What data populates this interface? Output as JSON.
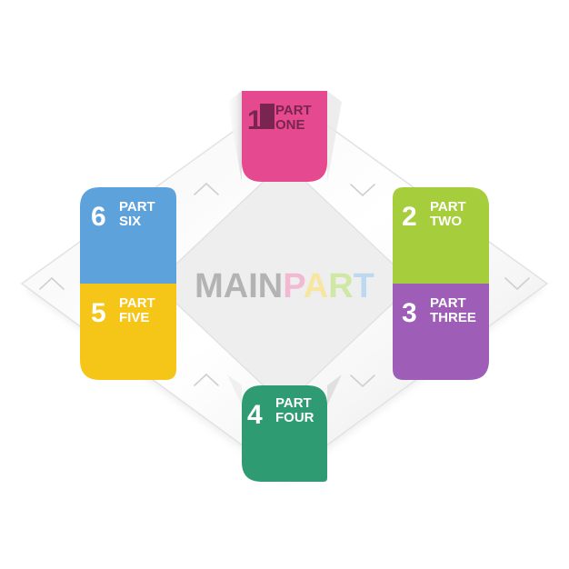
{
  "center": {
    "main_word": "MAIN",
    "part_letters": [
      "P",
      "A",
      "R",
      "T"
    ],
    "main_color": "#b3b3b3",
    "part_letter_colors": [
      "#f3b8d2",
      "#f7e6a0",
      "#cfe8a3",
      "#bcd9ef"
    ]
  },
  "tabs": [
    {
      "number": "1",
      "word1": "PART",
      "word2": "ONE",
      "color": "#e5498f",
      "text_color": "#7a2450"
    },
    {
      "number": "2",
      "word1": "PART",
      "word2": "TWO",
      "color": "#a6ce3c",
      "text_color": "#ffffff"
    },
    {
      "number": "3",
      "word1": "PART",
      "word2": "THREE",
      "color": "#9e5eb8",
      "text_color": "#ffffff"
    },
    {
      "number": "4",
      "word1": "PART",
      "word2": "FOUR",
      "color": "#2e9b72",
      "text_color": "#ffffff"
    },
    {
      "number": "5",
      "word1": "PART",
      "word2": "FIVE",
      "color": "#f5c518",
      "text_color": "#ffffff"
    },
    {
      "number": "6",
      "word1": "PART",
      "word2": "SIX",
      "color": "#5ea2dc",
      "text_color": "#ffffff"
    }
  ],
  "icons": [
    "chevron-up-icon",
    "chevron-down-icon"
  ]
}
